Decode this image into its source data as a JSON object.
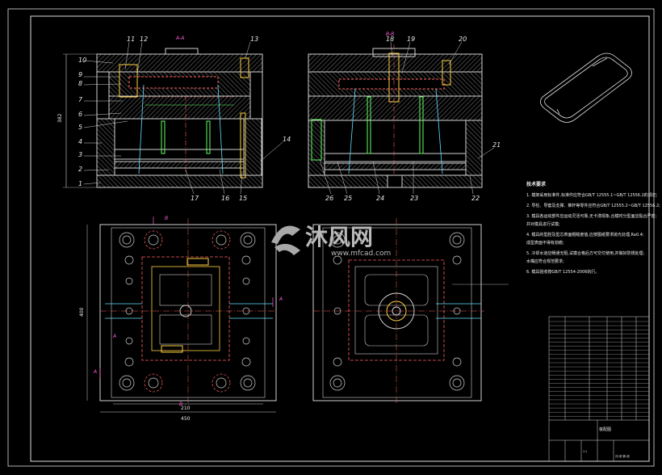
{
  "watermark": {
    "brand": "沐风网",
    "url": "www.mfcad.com"
  },
  "section_label": "A-A",
  "section_label_right": "B-B",
  "part_labels_left": [
    "11",
    "12",
    "13",
    "10",
    "9",
    "8",
    "7",
    "6",
    "5",
    "4",
    "3",
    "2",
    "1",
    "14",
    "17",
    "16",
    "15"
  ],
  "part_labels_right": [
    "18",
    "19",
    "20",
    "21",
    "26",
    "25",
    "24",
    "23",
    "22"
  ],
  "dims": {
    "height_left": "382",
    "width_inner": "210",
    "width_outer": "450",
    "height_plan": "400"
  },
  "view_markers": [
    "A",
    "A",
    "A",
    "B",
    "B"
  ],
  "notes": {
    "heading": "技术要求",
    "items": [
      "1. 模架采用标准件,标准件应符合GB/T 12555.1~GB/T 12556.2的规定;",
      "2. 导柱、导套及支撑、推杆等零件应符合GB/T 12555.2~GB/T 12556.2;",
      "3. 模具各运动部件应运动灵活可靠,无卡滞现象,合模时分型面应贴合严密;",
      "   并对模具进行试模;",
      "4. 模具的型腔及型芯表面粗糙度值,应按图纸要求抛光处理,Ra0.4;",
      "   成型表面不得有划痕;",
      "5. 冷却水道应畅通无阻,试模合格后方可交付使用,并做好防锈处理;",
      "   水嘴应符合规范要求;",
      "6. 模具验收按GB/T 12554-2006执行。"
    ]
  },
  "title_block": {
    "name": "装配图",
    "scale": "1:1",
    "sheet": "共1张 第1张"
  }
}
